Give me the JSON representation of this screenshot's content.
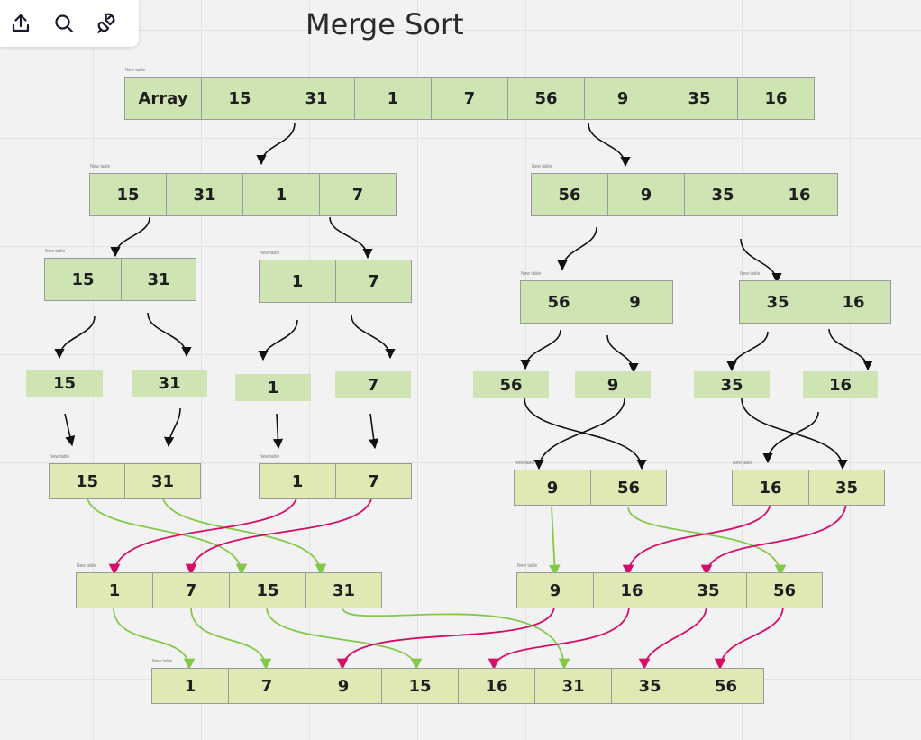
{
  "toolbar": {
    "icons": [
      "upload-icon",
      "search-icon",
      "plug-icon"
    ]
  },
  "title": "Merge Sort",
  "table_caption": "New table",
  "colors": {
    "black": "#111111",
    "green": "#84c84a",
    "magenta": "#d40f6a",
    "cell_green": "#cfe4b3",
    "cell_yellow": "#dfe9b4"
  },
  "level1": {
    "header": "Array",
    "values": [
      "15",
      "31",
      "1",
      "7",
      "56",
      "9",
      "35",
      "16"
    ]
  },
  "level2": {
    "left": [
      "15",
      "31",
      "1",
      "7"
    ],
    "right": [
      "56",
      "9",
      "35",
      "16"
    ]
  },
  "level3": {
    "a": [
      "15",
      "31"
    ],
    "b": [
      "1",
      "7"
    ],
    "c": [
      "56",
      "9"
    ],
    "d": [
      "35",
      "16"
    ]
  },
  "singles": [
    "15",
    "31",
    "1",
    "7",
    "56",
    "9",
    "35",
    "16"
  ],
  "merged_pairs": {
    "a": [
      "15",
      "31"
    ],
    "b": [
      "1",
      "7"
    ],
    "c": [
      "9",
      "56"
    ],
    "d": [
      "16",
      "35"
    ]
  },
  "merged_quads": {
    "left": [
      "1",
      "7",
      "15",
      "31"
    ],
    "right": [
      "9",
      "16",
      "35",
      "56"
    ]
  },
  "final": [
    "1",
    "7",
    "9",
    "15",
    "16",
    "31",
    "35",
    "56"
  ]
}
